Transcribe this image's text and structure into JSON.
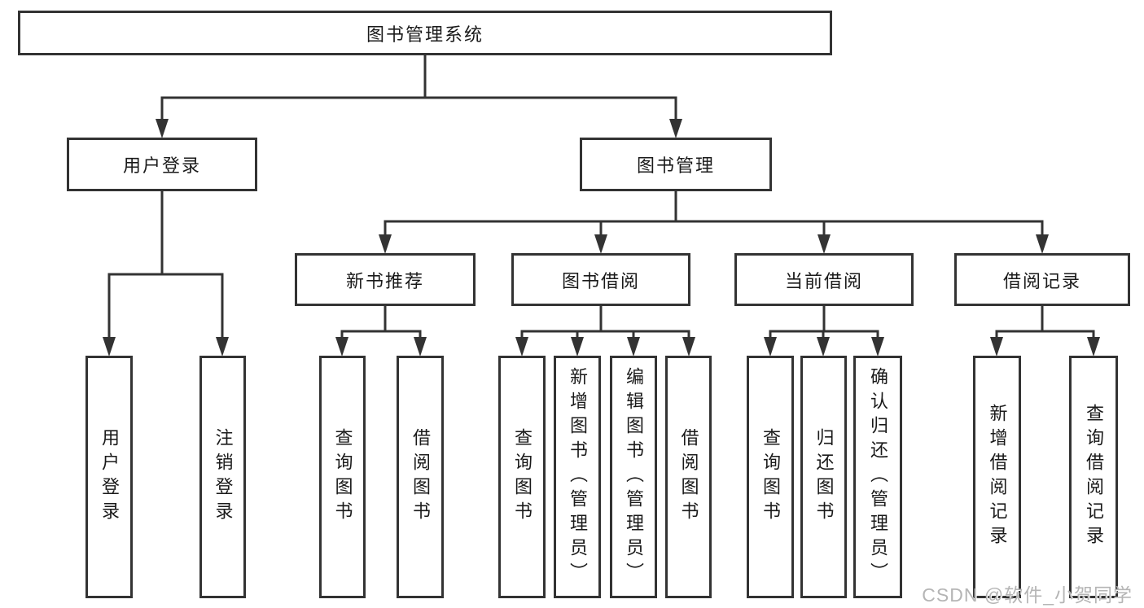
{
  "diagram_type": "tree",
  "tree": {
    "label": "图书管理系统",
    "children": [
      {
        "label": "用户登录",
        "children": [
          {
            "label": "用户登录"
          },
          {
            "label": "注销登录"
          }
        ]
      },
      {
        "label": "图书管理",
        "children": [
          {
            "label": "新书推荐",
            "children": [
              {
                "label": "查询图书"
              },
              {
                "label": "借阅图书"
              }
            ]
          },
          {
            "label": "图书借阅",
            "children": [
              {
                "label": "查询图书"
              },
              {
                "label": "新增图书（管理员）"
              },
              {
                "label": "编辑图书（管理员）"
              },
              {
                "label": "借阅图书"
              }
            ]
          },
          {
            "label": "当前借阅",
            "children": [
              {
                "label": "查询图书"
              },
              {
                "label": "归还图书"
              },
              {
                "label": "确认归还（管理员）"
              }
            ]
          },
          {
            "label": "借阅记录",
            "children": [
              {
                "label": "新增借阅记录"
              },
              {
                "label": "查询借阅记录"
              }
            ]
          }
        ]
      }
    ]
  },
  "watermark": "CSDN @软件_小贺同学",
  "colors": {
    "line": "#333333",
    "box_border": "#333333",
    "text": "#1a1a1a",
    "watermark": "#b5b5b5",
    "background": "#ffffff"
  }
}
